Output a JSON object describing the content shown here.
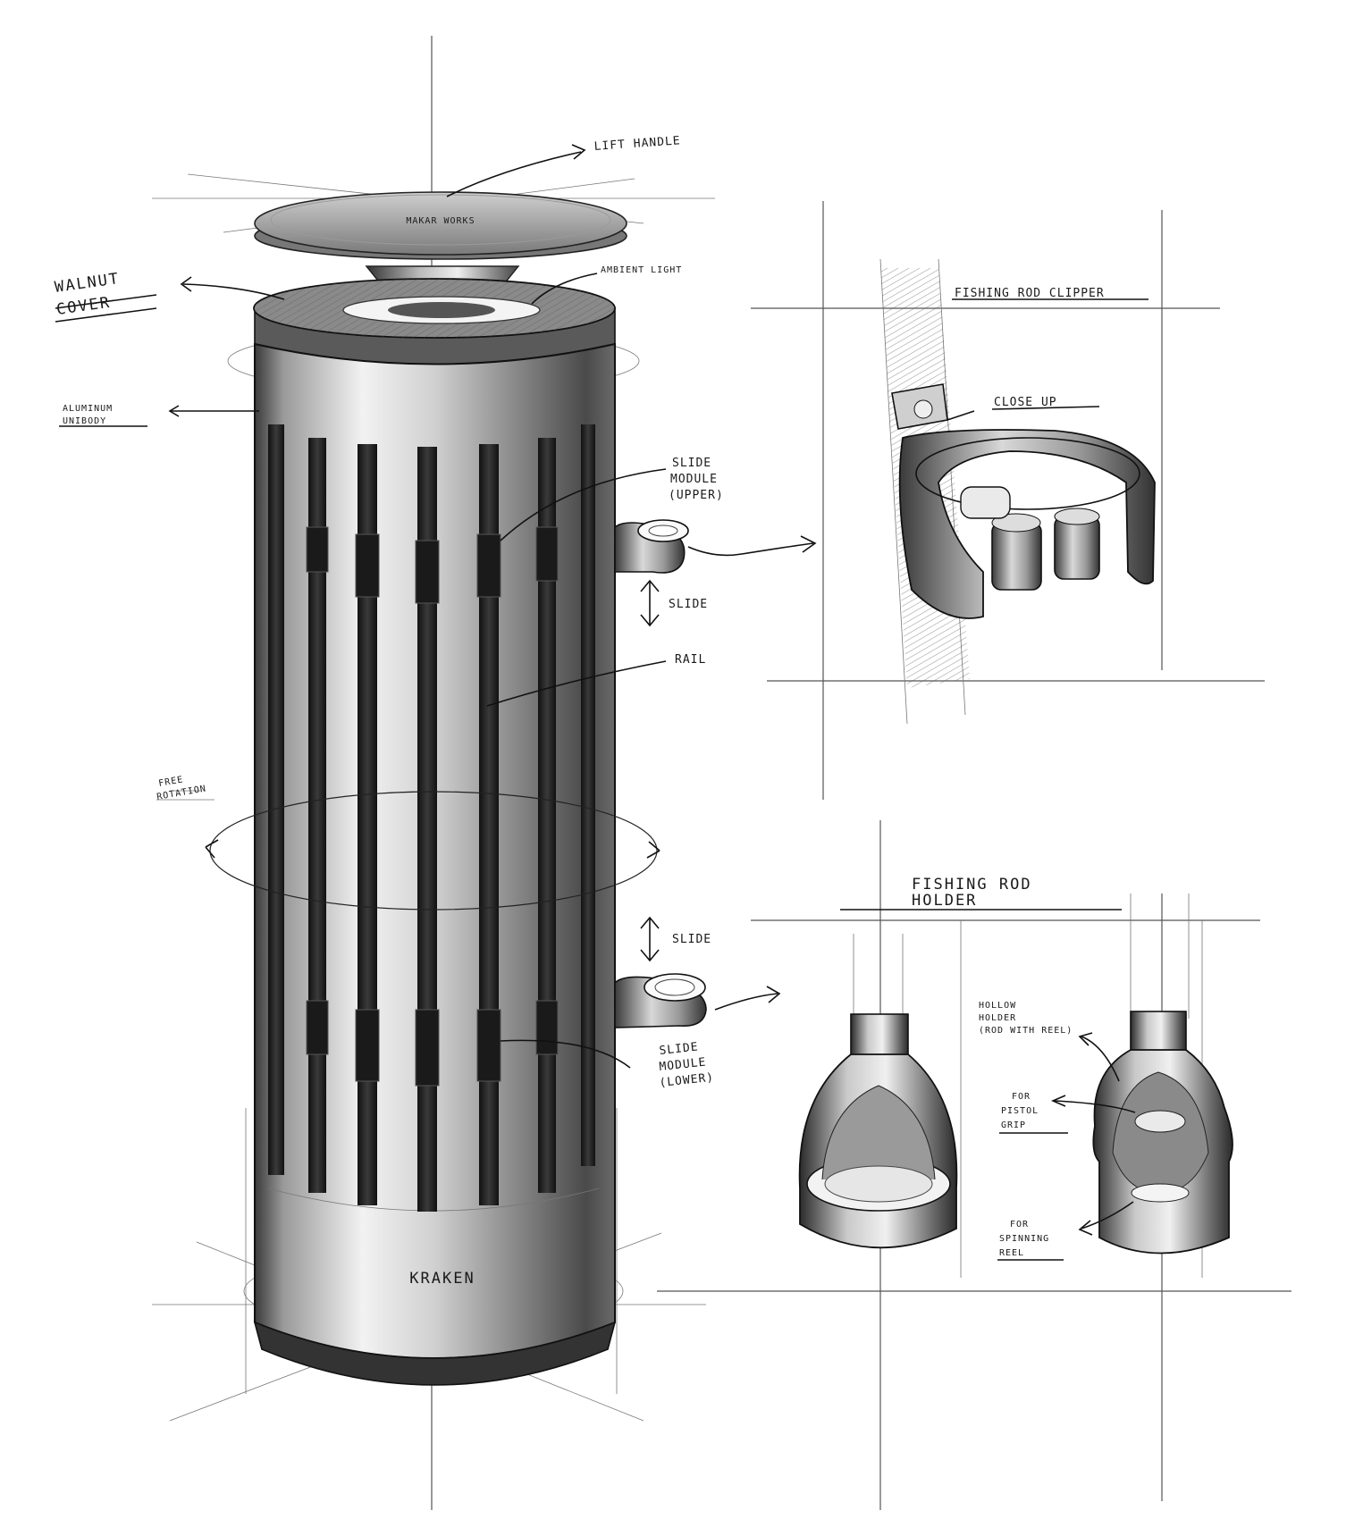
{
  "labels": {
    "lift_handle": "LIFT HANDLE",
    "walnut_cover_1": "WALNUT",
    "walnut_cover_2": "COVER",
    "ambient_light": "AMBIENT LIGHT",
    "aluminum_unibody_1": "ALUMINUM",
    "aluminum_unibody_2": "UNIBODY",
    "slide_module_upper_1": "SLIDE",
    "slide_module_upper_2": "MODULE",
    "slide_module_upper_3": "(UPPER)",
    "slide_upper": "SLIDE",
    "rail": "RAIL",
    "free_rotation_1": "FREE",
    "free_rotation_2": "ROTATION",
    "slide_lower": "SLIDE",
    "slide_module_lower_1": "SLIDE",
    "slide_module_lower_2": "MODULE",
    "slide_module_lower_3": "(LOWER)",
    "fishing_rod_clipper": "FISHING ROD CLIPPER",
    "close_up": "CLOSE UP",
    "fishing_rod_holder_1": "FISHING ROD",
    "fishing_rod_holder_2": "HOLDER",
    "hollow_holder_1": "HOLLOW",
    "hollow_holder_2": "HOLDER",
    "hollow_holder_3": "(ROD WITH REEL)",
    "pistol_grip_1": "FOR",
    "pistol_grip_2": "PISTOL",
    "pistol_grip_3": "GRIP",
    "spinning_reel_1": "FOR",
    "spinning_reel_2": "SPINNING",
    "spinning_reel_3": "REEL"
  },
  "product": {
    "brand": "KRAKEN",
    "lid_engraving": "MAKAR WORKS"
  },
  "colors": {
    "ink": "#111111",
    "metal_dark": "#2a2a2a",
    "metal_mid": "#8c8c8c",
    "metal_light": "#e8e8e8",
    "paper": "#ffffff"
  }
}
